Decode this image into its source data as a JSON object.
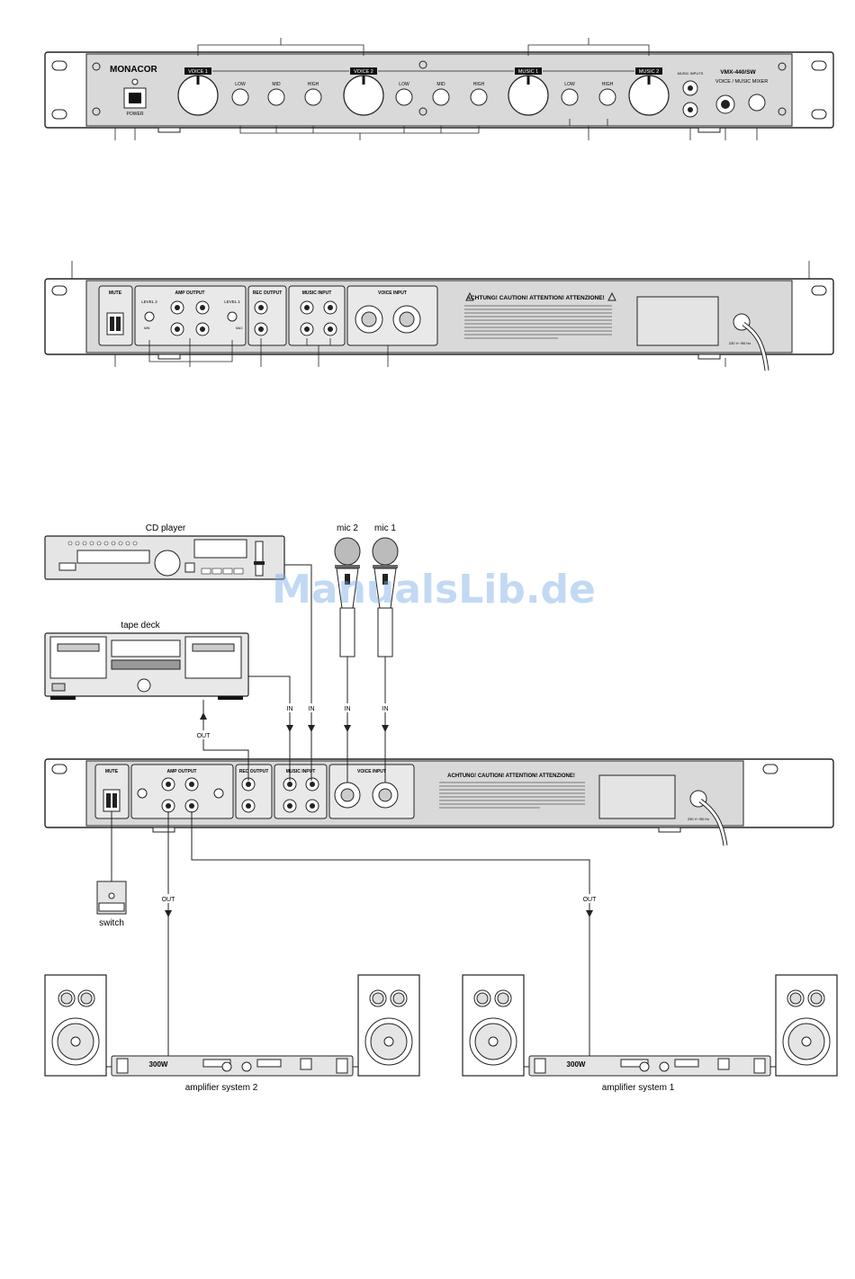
{
  "front_panel": {
    "brand": "MONACOR",
    "model": "VMX-440/SW",
    "subtitle": "VOICE / MUSIC MIXER",
    "power_label": "POWER",
    "channels": [
      "VOICE 1",
      "VOICE 2",
      "MUSIC 1",
      "MUSIC 2"
    ],
    "eq_labels": {
      "low": "LOW",
      "mid": "MID",
      "high": "HIGH"
    },
    "music_inputs_label": "MUSIC INPUTS"
  },
  "rear_panel": {
    "sections": {
      "mute": "MUTE",
      "amp_output": "AMP OUTPUT",
      "rec_output": "REC OUTPUT",
      "music_input": "MUSIC INPUT",
      "voice_input": "VOICE INPUT"
    },
    "level2": "LEVEL 2",
    "level1": "LEVEL 1",
    "min": "MIN",
    "max": "MAX",
    "warning": "ACHTUNG! CAUTION! ATTENTION! ATTENZIONE!",
    "mains": "230 V~/50 Hz"
  },
  "connection": {
    "cd_player": "CD player",
    "tape_deck": "tape deck",
    "mic2": "mic 2",
    "mic1": "mic 1",
    "in_label": "IN",
    "out_label": "OUT",
    "switch": "switch",
    "amp_system_2": "amplifier system 2",
    "amp_system_1": "amplifier system 1",
    "amp_power": "300W"
  },
  "watermark": "ManualsLib.de"
}
